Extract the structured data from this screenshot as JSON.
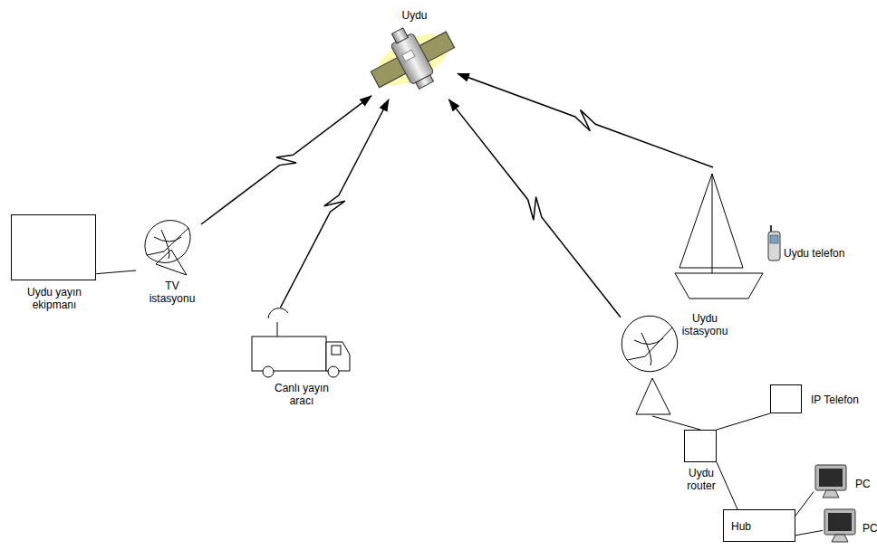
{
  "diagram": {
    "nodes": [
      {
        "text": [
          "Uydu"
        ]
      },
      {
        "text": [
          "Uydu yayın ekipmanı"
        ]
      },
      {
        "text": [
          "TV istasyonu"
        ]
      },
      {
        "text": [
          "Canlı yayın aracı"
        ]
      },
      {
        "text": [
          "Uydu telefon"
        ]
      },
      {
        "text": [
          "Uydu istasyonu"
        ]
      },
      {
        "text": [
          "IP Telefon"
        ]
      },
      {
        "text": [
          "Uydu router"
        ]
      },
      {
        "text": [
          "Hub"
        ]
      },
      {
        "text": [
          "PC"
        ]
      },
      {
        "text": [
          "PC"
        ]
      }
    ],
    "edges": [
      {
        "from": 2,
        "to": 0,
        "arrow": "to"
      },
      {
        "from": 3,
        "to": 0,
        "arrow": "to"
      },
      {
        "from": 5,
        "to": 0,
        "arrow": "to"
      },
      {
        "from": 4,
        "to": 0,
        "arrow": "to"
      },
      {
        "from": 1,
        "to": 2,
        "arrow": "none"
      },
      {
        "from": 5,
        "to": 7,
        "arrow": "none"
      },
      {
        "from": 7,
        "to": 6,
        "arrow": "none"
      },
      {
        "from": 7,
        "to": 8,
        "arrow": "none"
      },
      {
        "from": 8,
        "to": 9,
        "arrow": "none"
      },
      {
        "from": 8,
        "to": 10,
        "arrow": "none"
      }
    ]
  }
}
